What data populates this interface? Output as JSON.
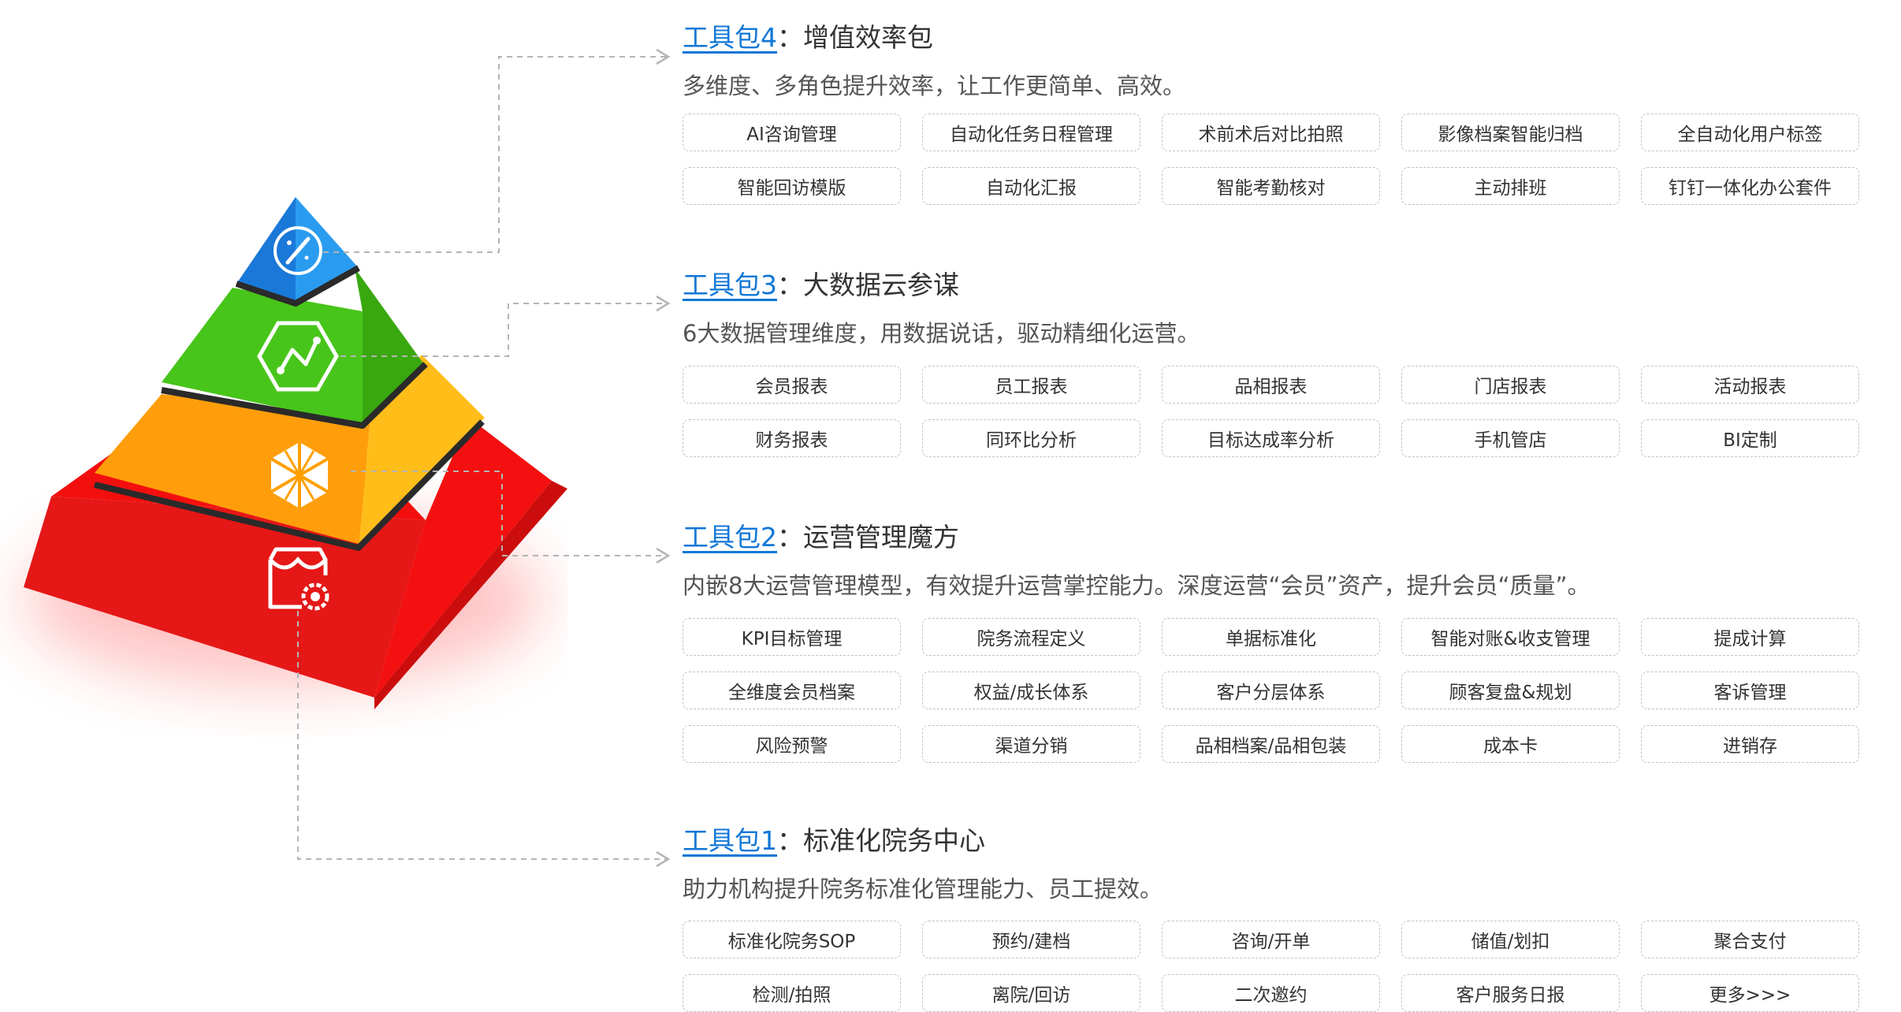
{
  "sections": [
    {
      "name": "工具包4",
      "title": "：增值效率包",
      "desc": "多维度、多角色提升效率，让工作更简单、高效。",
      "tags": [
        "AI咨询管理",
        "自动化任务日程管理",
        "术前术后对比拍照",
        "影像档案智能归档",
        "全自动化用户标签",
        "智能回访模版",
        "自动化汇报",
        "智能考勤核对",
        "主动排班",
        "钉钉一体化办公套件"
      ]
    },
    {
      "name": "工具包3",
      "title": "：大数据云参谋",
      "desc": "6大数据管理维度，用数据说话，驱动精细化运营。",
      "tags": [
        "会员报表",
        "员工报表",
        "品相报表",
        "门店报表",
        "活动报表",
        "财务报表",
        "同环比分析",
        "目标达成率分析",
        "手机管店",
        "BI定制"
      ]
    },
    {
      "name": "工具包2",
      "title": "：运营管理魔方",
      "desc": "内嵌8大运营管理模型，有效提升运营掌控能力。深度运营“会员”资产，提升会员“质量”。",
      "tags": [
        "KPI目标管理",
        "院务流程定义",
        "单据标准化",
        "智能对账&收支管理",
        "提成计算",
        "全维度会员档案",
        "权益/成长体系",
        "客户分层体系",
        "顾客复盘&规划",
        "客诉管理",
        "风险预警",
        "渠道分销",
        "品相档案/品相包装",
        "成本卡",
        "进销存"
      ]
    },
    {
      "name": "工具包1",
      "title": "：标准化院务中心",
      "desc": "助力机构提升院务标准化管理能力、员工提效。",
      "tags": [
        "标准化院务SOP",
        "预约/建档",
        "咨询/开单",
        "储值/划扣",
        "聚合支付",
        "检测/拍照",
        "离院/回访",
        "二次邀约",
        "客户服务日报",
        "更多>>>"
      ]
    }
  ],
  "colors": {
    "link": "#1177d6",
    "tier4": "#1a78d8",
    "tier3": "#4cc61e",
    "tier2": "#ffa000",
    "tier1": "#ee1c1c"
  },
  "icons": [
    "magic-wand-icon",
    "analytics-hexagon-icon",
    "cube-grid-icon",
    "store-settings-icon"
  ]
}
